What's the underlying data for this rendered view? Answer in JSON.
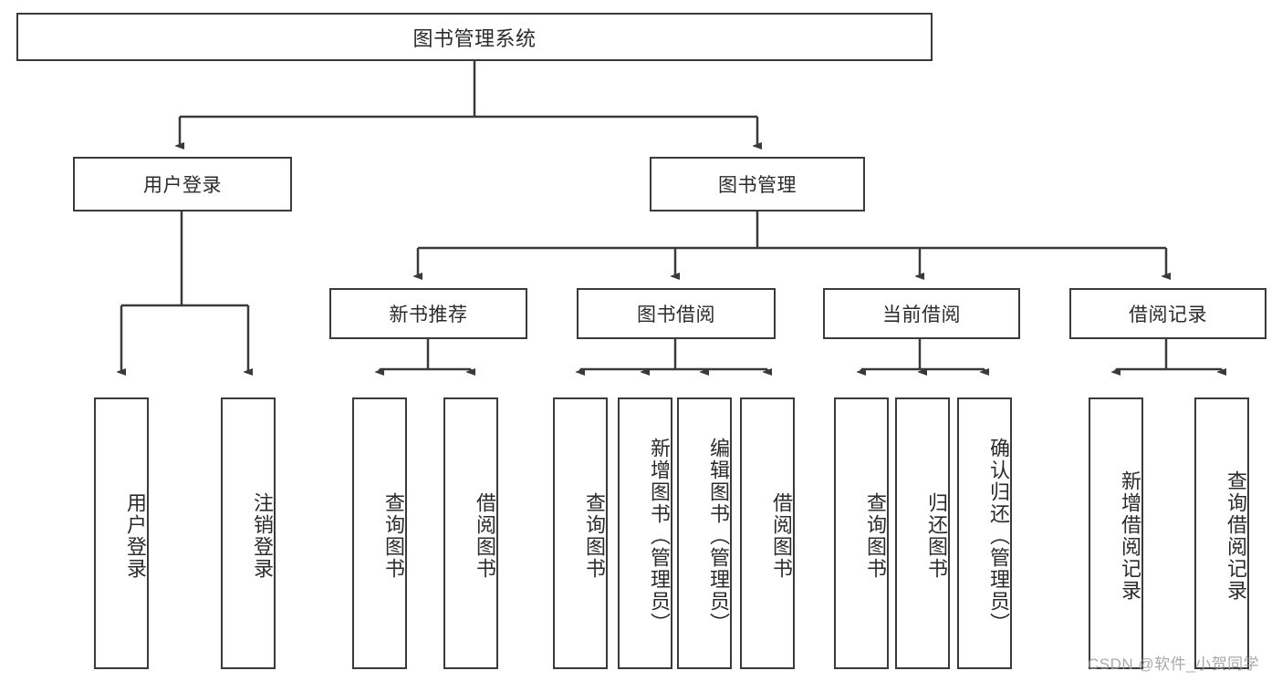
{
  "diagram": {
    "title": "图书管理系统",
    "type": "tree-hierarchy",
    "root": {
      "label": "图书管理系统"
    },
    "level2": [
      {
        "label": "用户登录"
      },
      {
        "label": "图书管理"
      }
    ],
    "level3": [
      {
        "label": "新书推荐"
      },
      {
        "label": "图书借阅"
      },
      {
        "label": "当前借阅"
      },
      {
        "label": "借阅记录"
      }
    ],
    "leaves": {
      "user_login": [
        {
          "label": "用户登录"
        },
        {
          "label": "注销登录"
        }
      ],
      "new_book_recommend": [
        {
          "label": "查询图书"
        },
        {
          "label": "借阅图书"
        }
      ],
      "book_borrow": [
        {
          "label": "查询图书"
        },
        {
          "label": "新增图书（管理员）"
        },
        {
          "label": "编辑图书（管理员）"
        },
        {
          "label": "借阅图书"
        }
      ],
      "current_borrow": [
        {
          "label": "查询图书"
        },
        {
          "label": "归还图书"
        },
        {
          "label": "确认归还（管理员）"
        }
      ],
      "borrow_record": [
        {
          "label": "新增借阅记录"
        },
        {
          "label": "查询借阅记录"
        }
      ]
    }
  },
  "watermark": {
    "text": "CSDN @软件_小贺同学"
  },
  "colors": {
    "border": "#3a3a3a",
    "text": "#2b2b2b",
    "background": "#ffffff",
    "watermark": "#9b9b9b"
  }
}
